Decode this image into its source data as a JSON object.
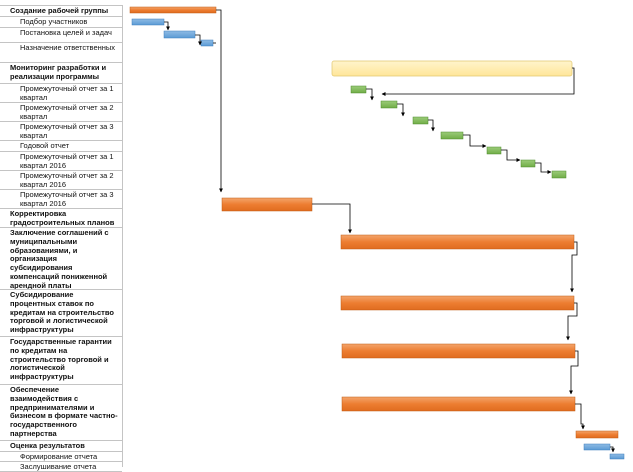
{
  "tasks": [
    {
      "label": "Создание рабочей группы",
      "kind": "summary"
    },
    {
      "label": "Подбор участников",
      "kind": "sub"
    },
    {
      "label": "Постановка целей и задач",
      "kind": "sub"
    },
    {
      "label": "Назначение ответственных",
      "kind": "sub"
    },
    {
      "label": "Мониторинг разработки и реализации программы",
      "kind": "summary"
    },
    {
      "label": "Промежуточный отчет за 1 квартал",
      "kind": "sub"
    },
    {
      "label": "Промежуточный отчет за 2 квартал",
      "kind": "sub"
    },
    {
      "label": "Промежуточный отчет за 3 квартал",
      "kind": "sub"
    },
    {
      "label": "Годовой отчет",
      "kind": "sub"
    },
    {
      "label": "Промежуточный отчет за 1 квартал 2016",
      "kind": "sub"
    },
    {
      "label": "Промежуточный отчет за 2 квартал 2016",
      "kind": "sub"
    },
    {
      "label": "Промежуточный отчет за 3 квартал 2016",
      "kind": "sub"
    },
    {
      "label": "Корректировка градостроительных планов совместно с МО",
      "kind": "summary"
    },
    {
      "label": "Заключение соглашений с муниципальными образованиями, и организация субсидирования компенсаций пониженной арендной платы",
      "kind": "summary"
    },
    {
      "label": "Субсидирование процентных ставок по кредитам на строительство торговой и логистической инфраструктуры",
      "kind": "summary"
    },
    {
      "label": "Государственные гарантии по кредитам на строительство торговой и логистической инфраструктуры",
      "kind": "summary"
    },
    {
      "label": "Обеспечение взаимодействия с предпринимателями и бизнесом в формате частно-государственного партнерства",
      "kind": "summary"
    },
    {
      "label": "Оценка результатов",
      "kind": "summary"
    },
    {
      "label": "Формирование отчета",
      "kind": "sub"
    },
    {
      "label": "Заслушивание отчета",
      "kind": "sub"
    }
  ],
  "colors": {
    "orange": "#ed7d31",
    "blue": "#5b9bd5",
    "green": "#70ad47",
    "yellow": "#ffe699",
    "grid": "#c4c4c4"
  }
}
